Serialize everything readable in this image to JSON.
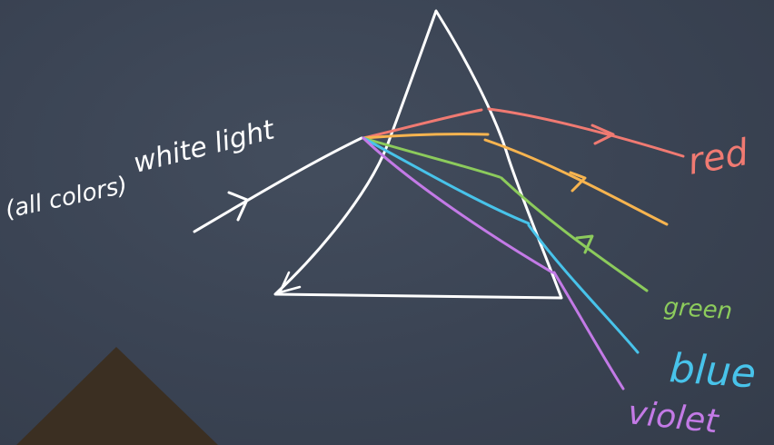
{
  "diagram": {
    "incoming_label_line1": "white light",
    "incoming_label_line2": "(all colors)",
    "rays": [
      {
        "name": "red",
        "color": "#f07a72"
      },
      {
        "name": "green",
        "color": "#8ccb5c"
      },
      {
        "name": "blue",
        "color": "#48c3ea"
      },
      {
        "name": "violet",
        "color": "#c37ae6"
      }
    ],
    "orange_color": "#f7b44f"
  }
}
